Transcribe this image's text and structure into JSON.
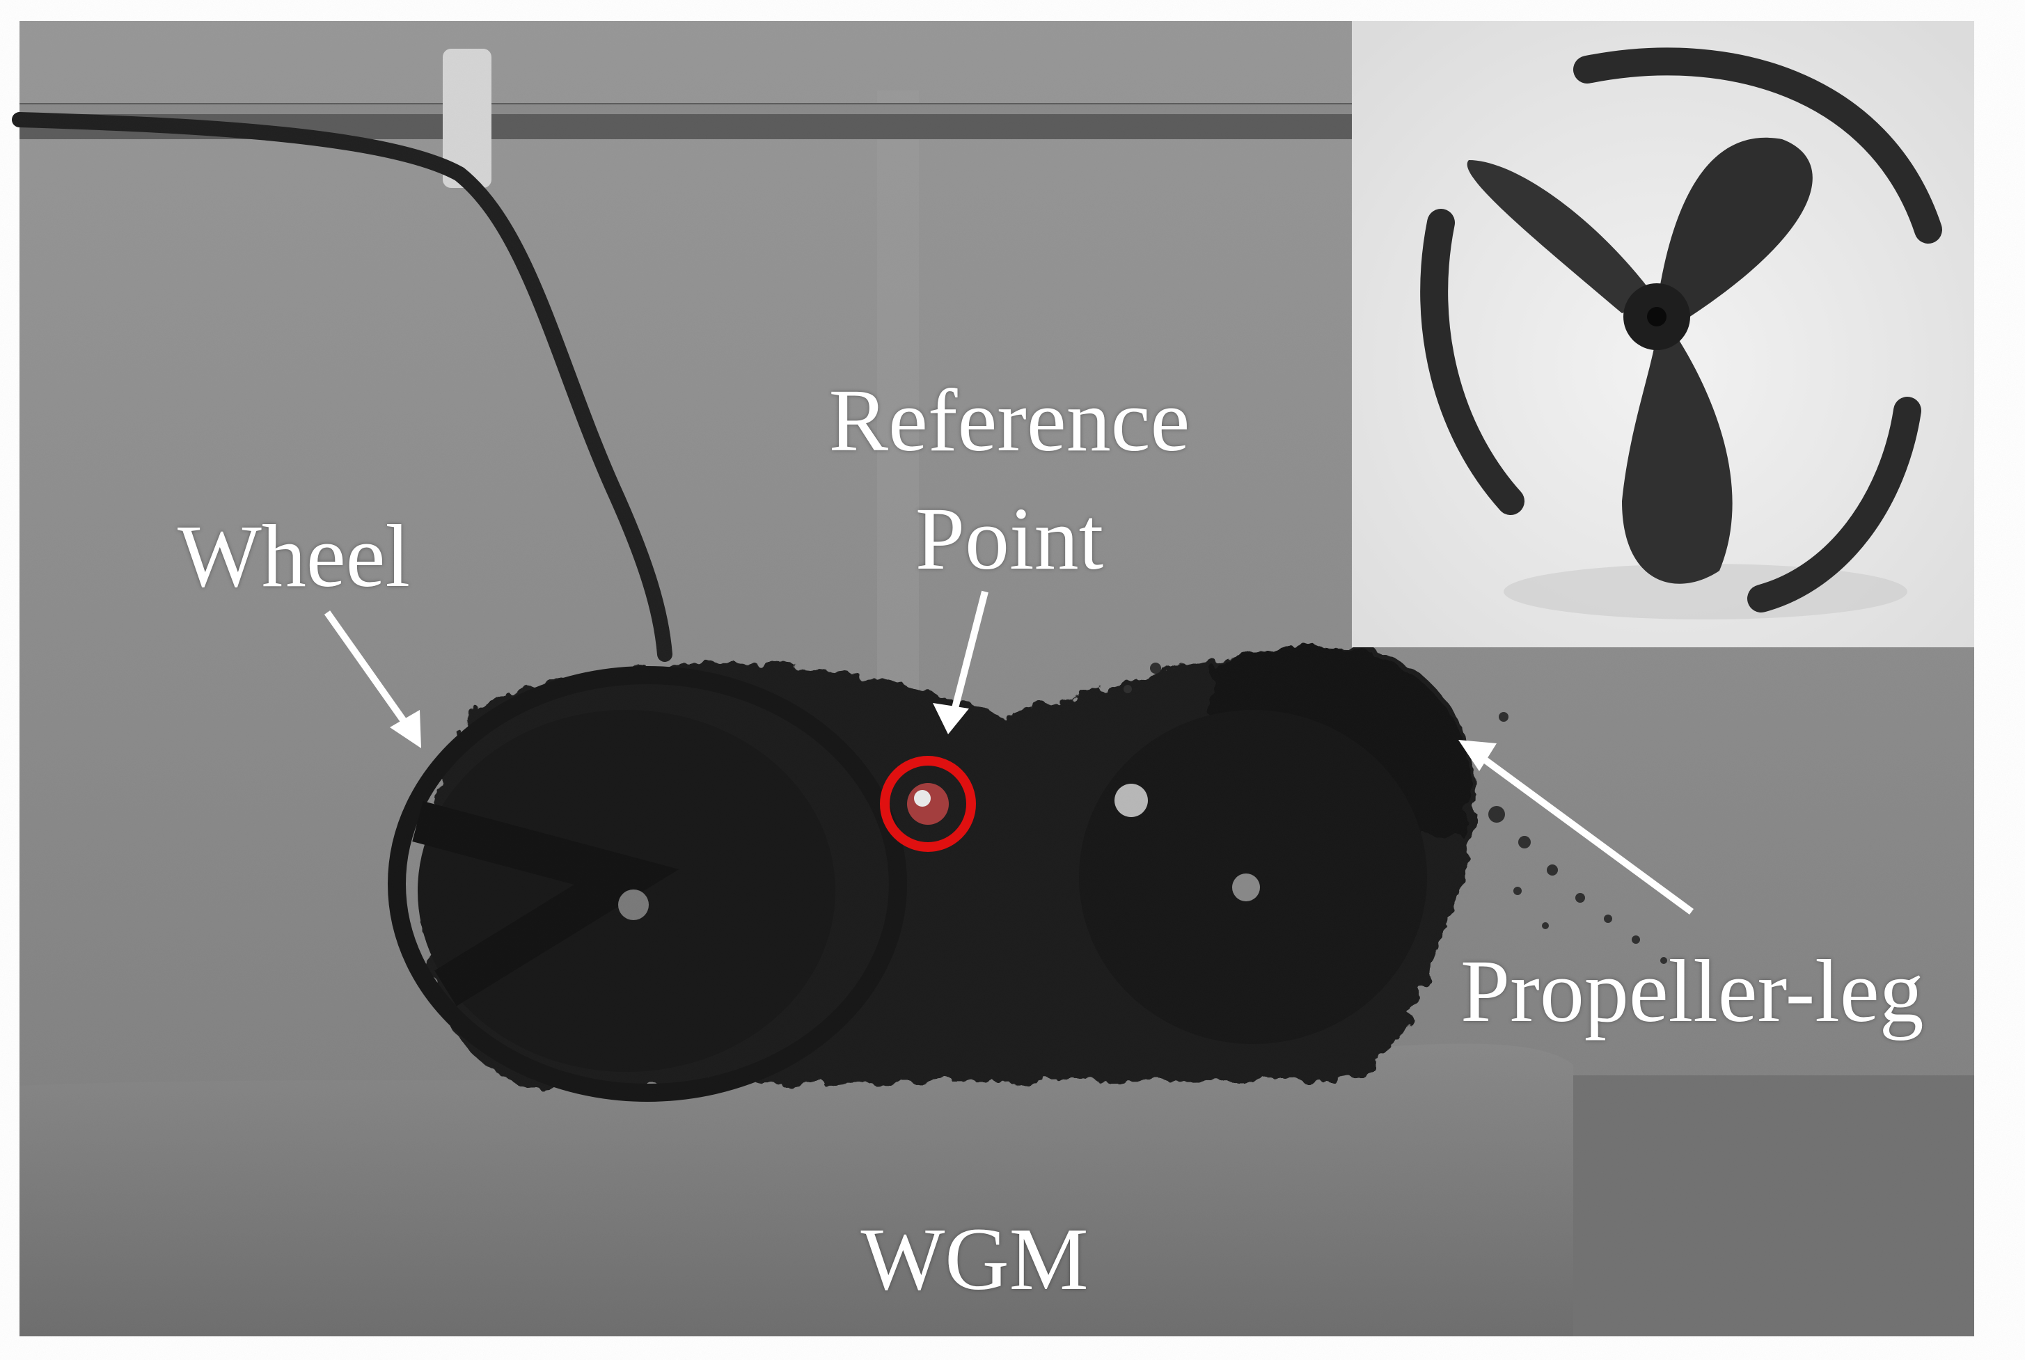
{
  "figure": {
    "labels": {
      "wheel": "Wheel",
      "reference_line1": "Reference",
      "reference_line2": "Point",
      "propeller_leg": "Propeller-leg",
      "wgm": "WGM"
    },
    "colors": {
      "label_text": "#ffffff",
      "arrow": "#ffffff",
      "reference_marker": "#e01010",
      "background_wall": "#8a8a8a",
      "substrate": "#7a7a7a",
      "robot": "#141414",
      "inset_background": "#e8e8e8"
    },
    "icons": {
      "robot": "robot-photo",
      "inset": "propeller-leg-render",
      "reference_marker": "red-circle-marker"
    }
  }
}
